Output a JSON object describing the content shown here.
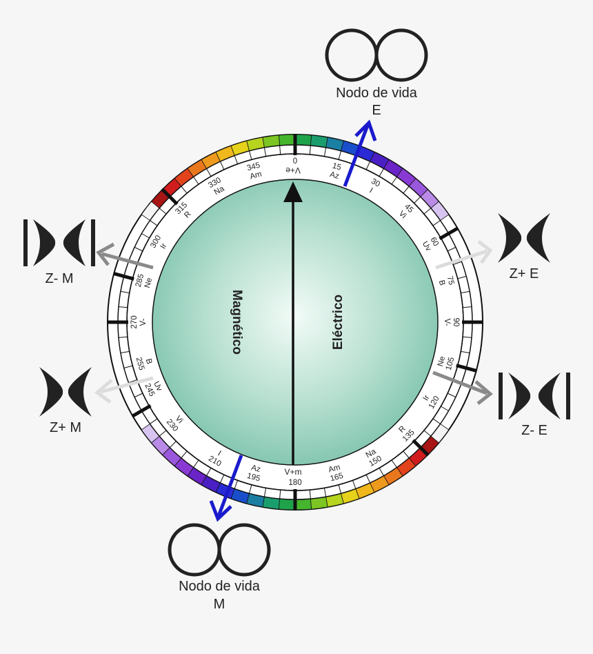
{
  "hemispheres": {
    "left": "Magnético",
    "right": "Eléctrico"
  },
  "axis": {
    "top": "V+e",
    "bottom": "V+m"
  },
  "nodes": {
    "top": {
      "line1": "Nodo de vida",
      "line2": "E"
    },
    "bottom": {
      "line1": "Nodo de vida",
      "line2": "M"
    }
  },
  "zones": {
    "zminus_m": "Z- M",
    "zplus_e": "Z+ E",
    "zplus_m": "Z+ M",
    "zminus_e": "Z- E"
  },
  "ring_labels": [
    {
      "angle": 15,
      "deg": "15",
      "name": "Az"
    },
    {
      "angle": 30,
      "deg": "30",
      "name": "I"
    },
    {
      "angle": 45,
      "deg": "45",
      "name": "Vi"
    },
    {
      "angle": 60,
      "deg": "60",
      "name": "Uv"
    },
    {
      "angle": 75,
      "deg": "75",
      "name": "B"
    },
    {
      "angle": 90,
      "deg": "90",
      "name": "V-"
    },
    {
      "angle": 105,
      "deg": "105",
      "name": "Ne"
    },
    {
      "angle": 120,
      "deg": "120",
      "name": "Ir"
    },
    {
      "angle": 135,
      "deg": "135",
      "name": "R"
    },
    {
      "angle": 150,
      "deg": "150",
      "name": "Na"
    },
    {
      "angle": 165,
      "deg": "165",
      "name": "Am"
    },
    {
      "angle": 180,
      "deg": "180",
      "name": ""
    },
    {
      "angle": 195,
      "deg": "195",
      "name": "Az"
    },
    {
      "angle": 210,
      "deg": "210",
      "name": "I"
    },
    {
      "angle": 230,
      "deg": "230",
      "name": "Vi"
    },
    {
      "angle": 245,
      "deg": "245",
      "name": "Uv"
    },
    {
      "angle": 255,
      "deg": "255",
      "name": "B"
    },
    {
      "angle": 270,
      "deg": "270",
      "name": "V-"
    },
    {
      "angle": 285,
      "deg": "285",
      "name": "Ne"
    },
    {
      "angle": 300,
      "deg": "300",
      "name": "Ir"
    },
    {
      "angle": 315,
      "deg": "315",
      "name": "R"
    },
    {
      "angle": 330,
      "deg": "330",
      "name": "Na"
    },
    {
      "angle": 345,
      "deg": "345",
      "name": "Am"
    },
    {
      "angle": 0,
      "deg": "0",
      "name": ""
    }
  ],
  "colors": {
    "sphere_center": "#f2fbf7",
    "sphere_edge": "#7fc4ad",
    "arrow_blue": "#1a1acc",
    "arrow_dark_gray": "#8a8a8a",
    "arrow_light_gray": "#dcdcdc",
    "ring_stroke": "#111111"
  }
}
